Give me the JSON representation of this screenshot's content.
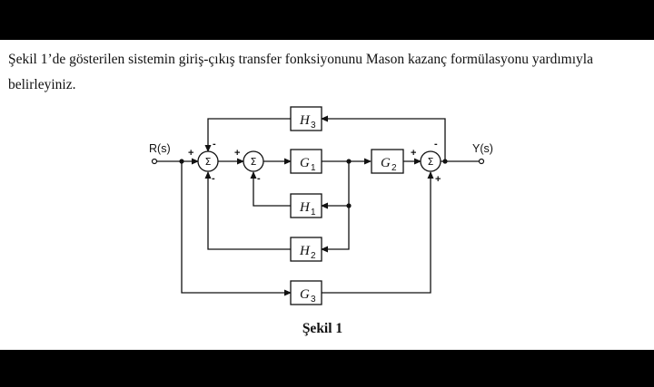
{
  "question": "Şekil 1’de gösterilen sistemin giriş-çıkış transfer fonksiyonunu Mason kazanç formülasyonu yardımıyla belirleyiniz.",
  "caption": "Şekil 1",
  "signals": {
    "input": "R(s)",
    "output": "Y(s)"
  },
  "sum_symbol": "Σ",
  "blocks": {
    "H3": {
      "letter": "H",
      "sub": "3"
    },
    "G1": {
      "letter": "G",
      "sub": "1"
    },
    "G2": {
      "letter": "G",
      "sub": "2"
    },
    "H1": {
      "letter": "H",
      "sub": "1"
    },
    "H2": {
      "letter": "H",
      "sub": "2"
    },
    "G3": {
      "letter": "G",
      "sub": "3"
    }
  },
  "signs": {
    "sum1_left": "+",
    "sum1_top": "-",
    "sum1_bottom": "-",
    "sum2_left": "+",
    "sum2_bottom": "-",
    "sum3_left": "+",
    "sum3_top": "-",
    "sum3_bottom": "+"
  }
}
